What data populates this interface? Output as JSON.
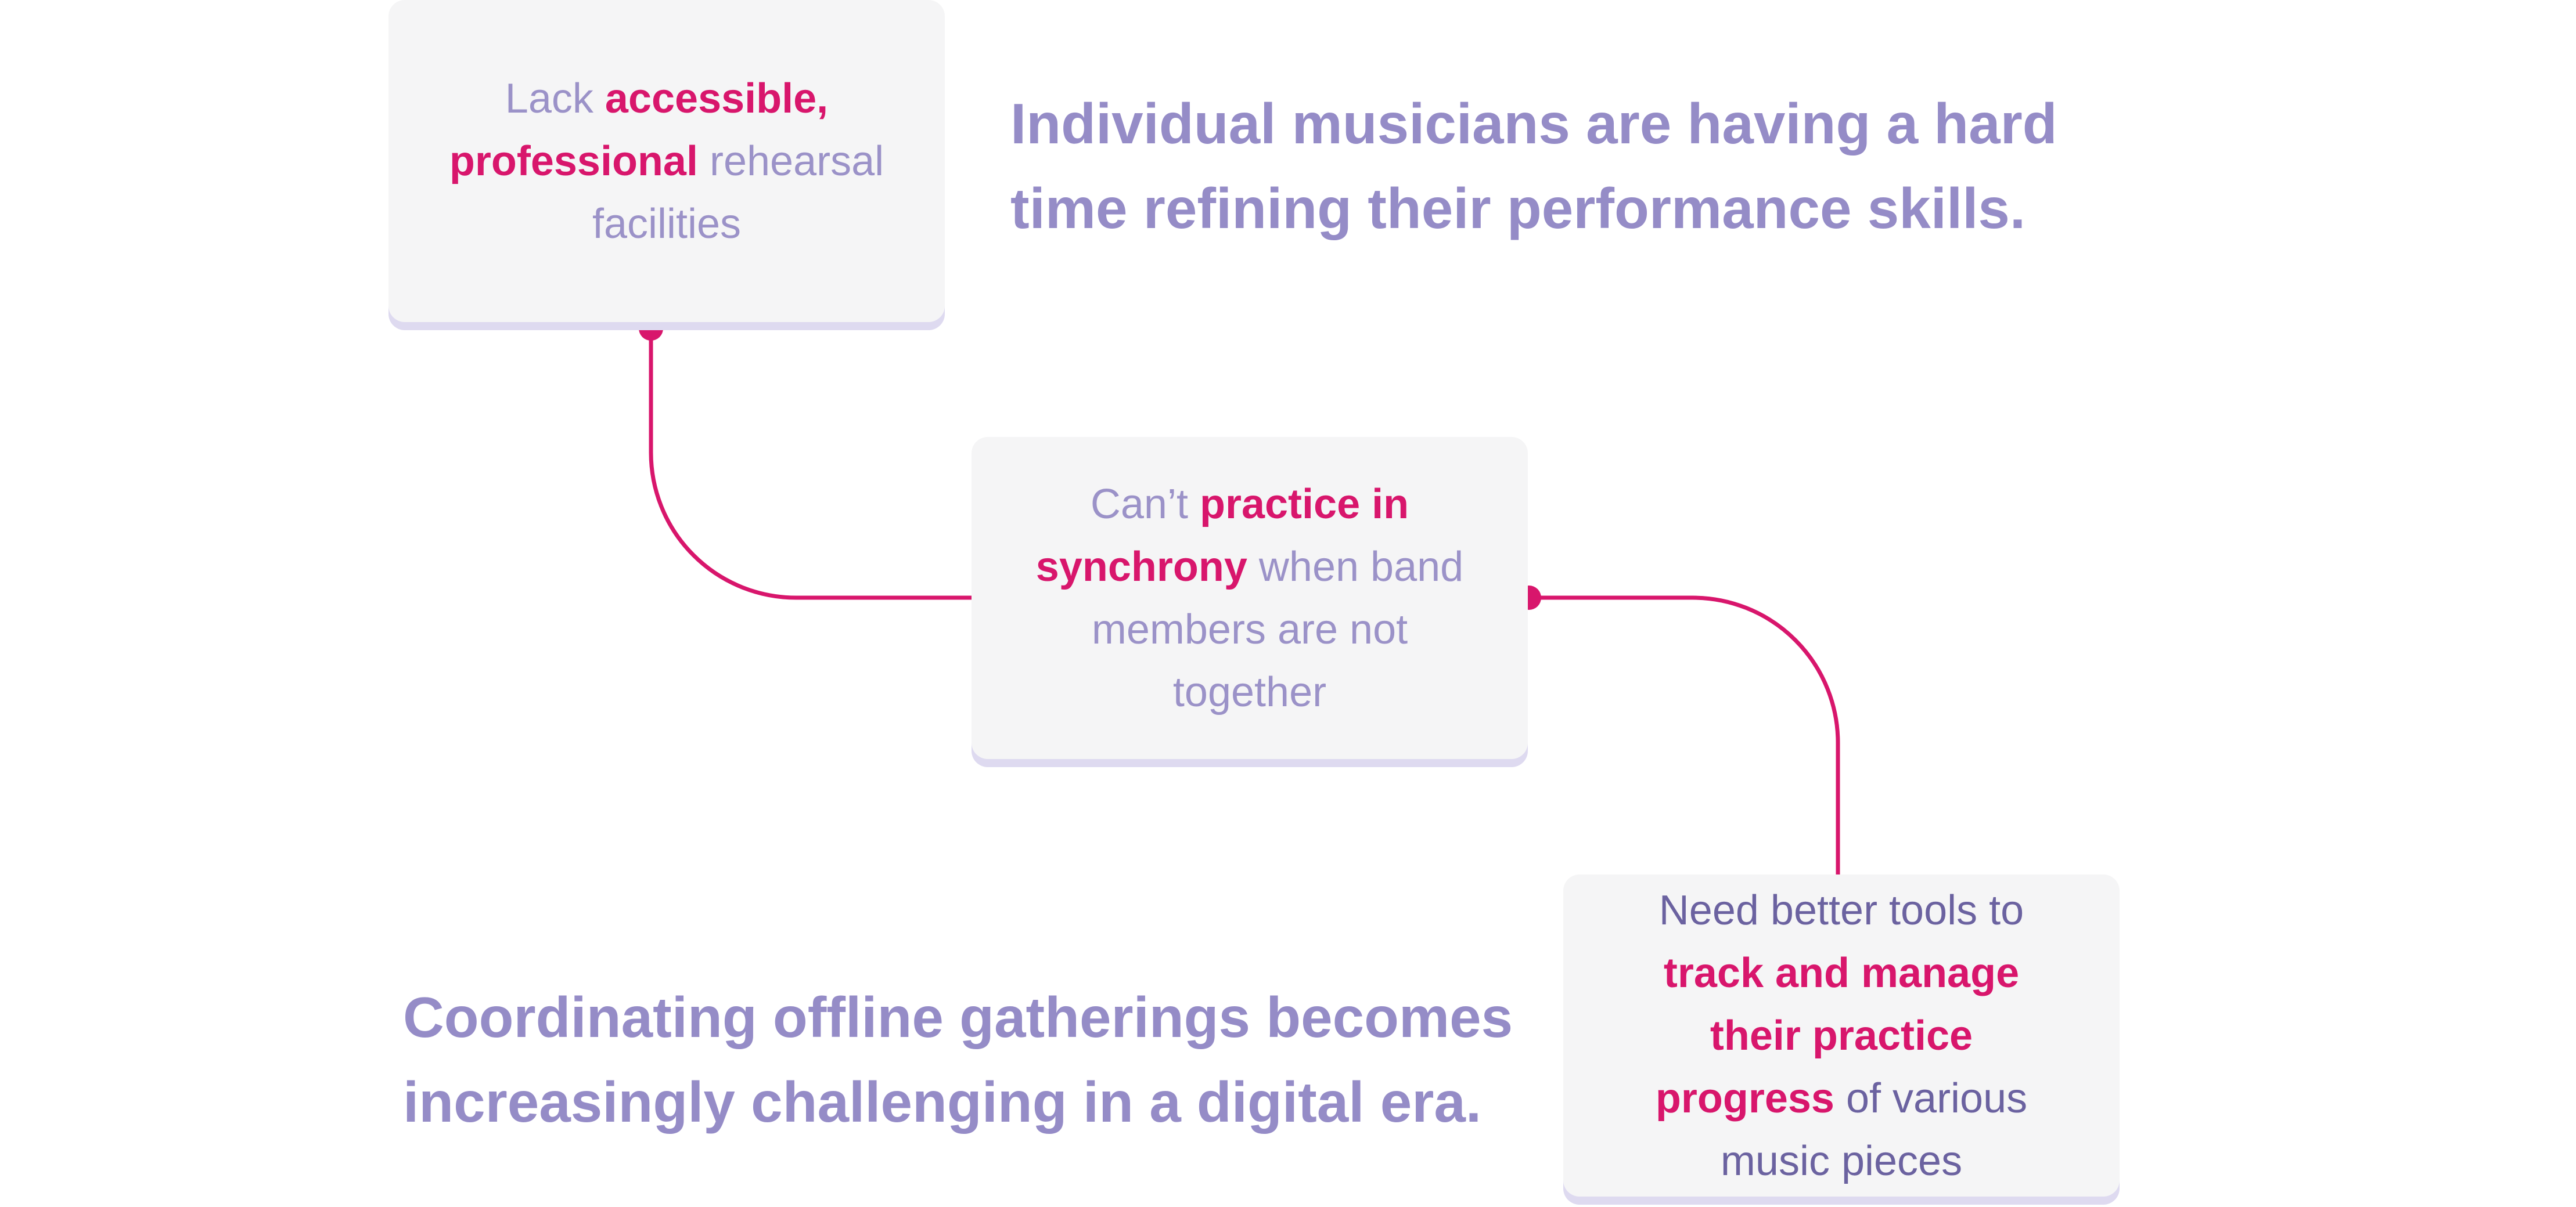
{
  "diagram": {
    "colors": {
      "accent": "#d8166c",
      "text_muted": "#9b92c8",
      "headline": "#958cc7",
      "card_bg": "#f5f5f6",
      "card_shadow": "#dedaf0"
    },
    "headline_top": "Individual musicians are having a hard time refining their performance skills.",
    "headline_bottom": "Coordinating offline gatherings becomes increasingly challenging in a digital era.",
    "cards": [
      {
        "pre": "Lack ",
        "highlight": "accessible, professional",
        "post": " rehearsal facilities"
      },
      {
        "pre": "Can’t ",
        "highlight": "practice in synchrony",
        "post": " when band members are not together"
      },
      {
        "pre": "Need better tools to ",
        "highlight": "track and manage their practice progress",
        "post": " of various music pieces"
      }
    ]
  }
}
